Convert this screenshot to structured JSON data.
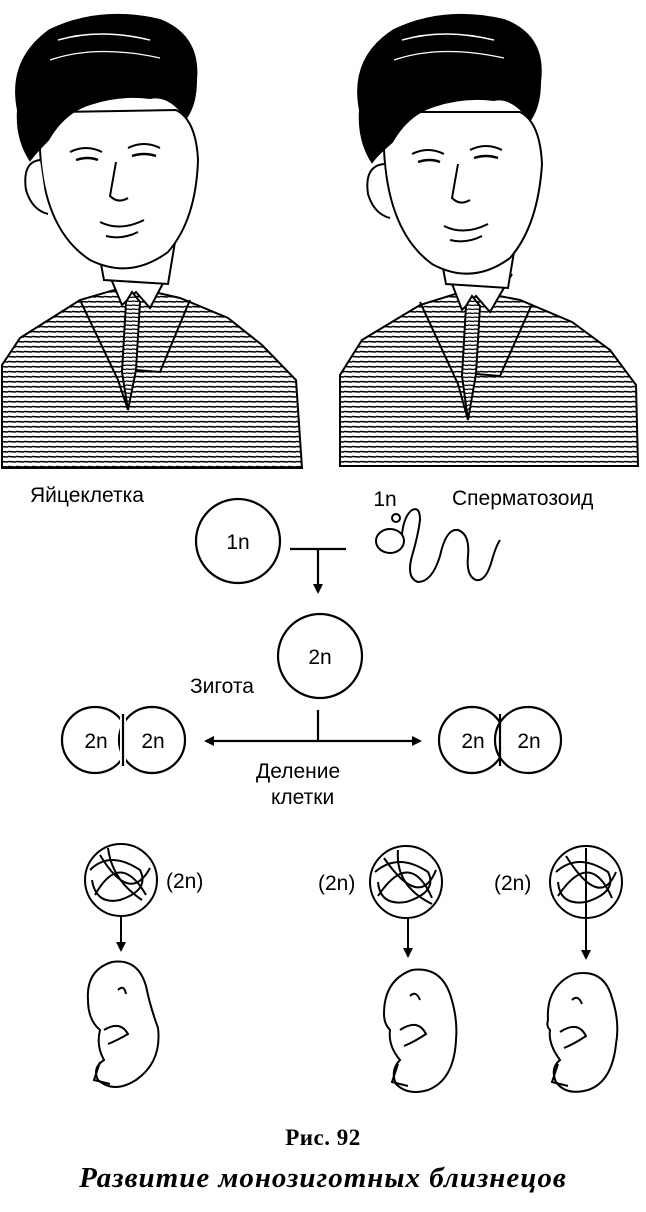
{
  "labels": {
    "egg": "Яйцеклетка",
    "sperm": "Сперматозоид",
    "sperm_ploidy": "1n",
    "egg_ploidy": "1n",
    "zygote_ploidy": "2n",
    "zygote": "Зигота",
    "division_line1": "Деление",
    "division_line2": "клетки",
    "cell_ploidy": "2n",
    "embryo_ploidy": "(2n)"
  },
  "caption": {
    "number": "Рис. 92",
    "title": "Развитие монозиготных близнецов"
  },
  "colors": {
    "ink": "#000000",
    "paper": "#ffffff"
  }
}
